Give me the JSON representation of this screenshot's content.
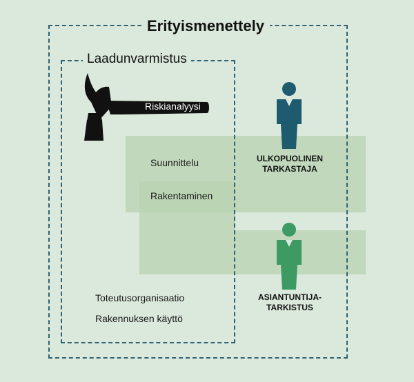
{
  "title": "Erityismenettely",
  "inner_title": "Laadunvarmistus",
  "hammer_label": "Riskianalyysi",
  "phases": [
    "Suunnittelu",
    "Rakentaminen"
  ],
  "bottom_items": [
    "Toteutusorganisaatio",
    "Rakennuksen käyttö"
  ],
  "roles": {
    "external_inspector": {
      "line1": "ULKOPUOLINEN",
      "line2": "TARKASTAJA",
      "color": "#1e5b6e"
    },
    "expert_inspector": {
      "line1": "ASIANTUNTIJA-",
      "line2": "TARKISTUS",
      "color": "#3e9a63"
    }
  },
  "colors": {
    "background": "#dbe8dc",
    "frame": "#2f6272",
    "band": "#b8d3b2",
    "hammer": "#111111"
  }
}
